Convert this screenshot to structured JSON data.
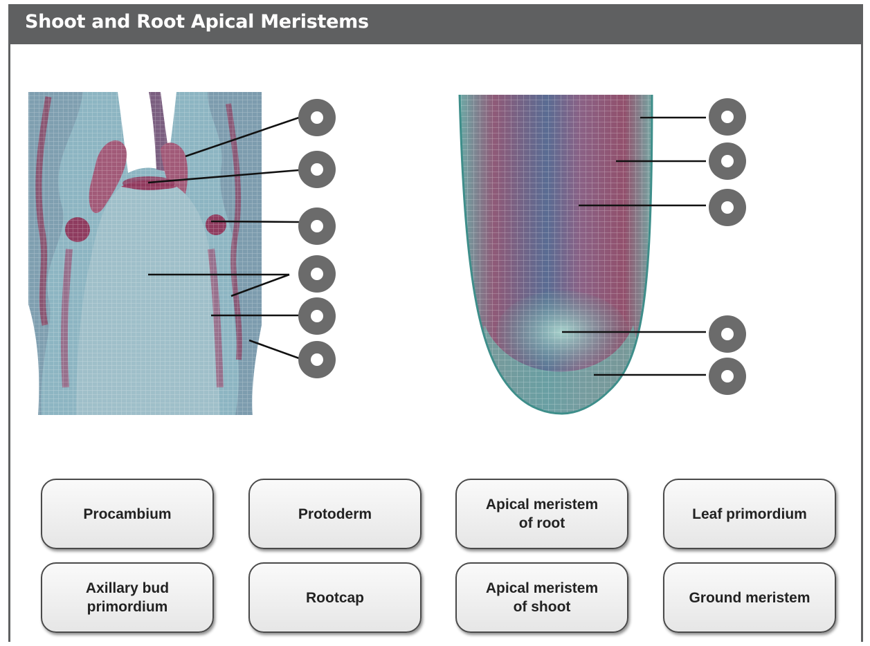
{
  "title": "Shoot and Root Apical Meristems",
  "figures": {
    "shoot": {
      "hotspot_count": 6
    },
    "root": {
      "hotspot_count": 5
    }
  },
  "labels": [
    {
      "text": "Procambium"
    },
    {
      "text": "Protoderm"
    },
    {
      "text": "Apical meristem\nof root"
    },
    {
      "text": "Leaf primordium"
    },
    {
      "text": "Axillary bud\nprimordium"
    },
    {
      "text": "Rootcap"
    },
    {
      "text": "Apical meristem\nof shoot"
    },
    {
      "text": "Ground meristem"
    }
  ]
}
